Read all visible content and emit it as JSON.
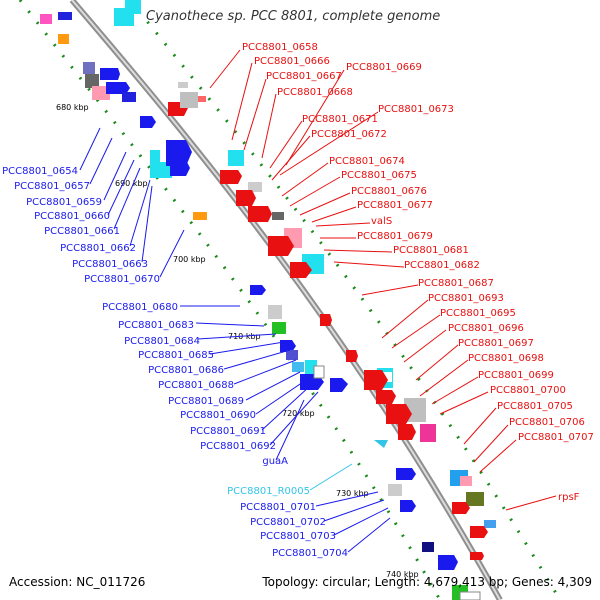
{
  "title": "Cyanothece sp. PCC 8801, complete genome",
  "footer": {
    "accession": "Accession: NC_011726",
    "topology": "Topology: circular; Length: 4,679,413 bp; Genes: 4,309"
  },
  "colors": {
    "forward_genes": "#e81010",
    "reverse_genes": "#1010e0",
    "rna_genes": "#33c4e8",
    "backbone": "#9a9a9a",
    "tick_marks": "#1a8a1a"
  },
  "kbp_markers": [
    "680 kbp",
    "690 kbp",
    "700 kbp",
    "710 kbp",
    "720 kbp",
    "730 kbp",
    "740 kbp"
  ],
  "right_labels": [
    "PCC8801_0658",
    "PCC8801_0666",
    "PCC8801_0667",
    "PCC8801_0669",
    "PCC8801_0668",
    "PCC8801_0673",
    "PCC8801_0671",
    "PCC8801_0672",
    "PCC8801_0674",
    "PCC8801_0675",
    "PCC8801_0676",
    "PCC8801_0677",
    "valS",
    "PCC8801_0679",
    "PCC8801_0681",
    "PCC8801_0682",
    "PCC8801_0687",
    "PCC8801_0693",
    "PCC8801_0695",
    "PCC8801_0696",
    "PCC8801_0697",
    "PCC8801_0698",
    "PCC8801_0699",
    "PCC8801_0700",
    "PCC8801_0705",
    "PCC8801_0706",
    "PCC8801_0707",
    "rpsF"
  ],
  "left_labels": [
    "PCC8801_0654",
    "PCC8801_0657",
    "PCC8801_0659",
    "PCC8801_0660",
    "PCC8801_0661",
    "PCC8801_0662",
    "PCC8801_0663",
    "PCC8801_0670",
    "PCC8801_0680",
    "PCC8801_0683",
    "PCC8801_0684",
    "PCC8801_0685",
    "PCC8801_0686",
    "PCC8801_0688",
    "PCC8801_0689",
    "PCC8801_0690",
    "PCC8801_0691",
    "PCC8801_0692",
    "guaA",
    "PCC8801_0701",
    "PCC8801_0702",
    "PCC8801_0703",
    "PCC8801_0704"
  ],
  "rna_labels": [
    "PCC8801_R0005"
  ]
}
